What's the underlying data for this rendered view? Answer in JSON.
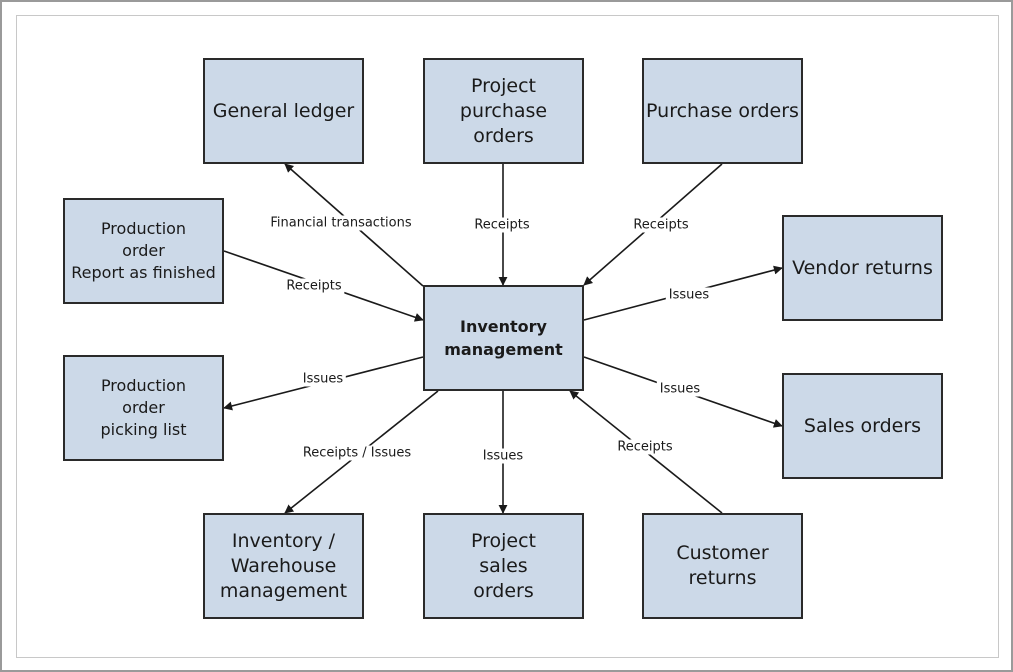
{
  "center": {
    "lines": [
      "Inventory",
      "management"
    ]
  },
  "nodes": [
    {
      "id": "general-ledger",
      "lines": [
        "General ledger"
      ]
    },
    {
      "id": "project-purchase-orders",
      "lines": [
        "Project",
        "purchase",
        "orders"
      ]
    },
    {
      "id": "purchase-orders",
      "lines": [
        "Purchase orders"
      ]
    },
    {
      "id": "production-order-finished",
      "lines": [
        "Production",
        "order",
        "Report as finished"
      ]
    },
    {
      "id": "vendor-returns",
      "lines": [
        "Vendor returns"
      ]
    },
    {
      "id": "production-order-picking",
      "lines": [
        "Production",
        "order",
        "picking list"
      ]
    },
    {
      "id": "sales-orders",
      "lines": [
        "Sales orders"
      ]
    },
    {
      "id": "inventory-warehouse",
      "lines": [
        "Inventory /",
        "Warehouse",
        "management"
      ]
    },
    {
      "id": "project-sales-orders",
      "lines": [
        "Project",
        "sales",
        "orders"
      ]
    },
    {
      "id": "customer-returns",
      "lines": [
        "Customer",
        "returns"
      ]
    }
  ],
  "edges": [
    {
      "node": "general-ledger",
      "label": "Financial transactions",
      "direction": "out"
    },
    {
      "node": "project-purchase-orders",
      "label": "Receipts",
      "direction": "in"
    },
    {
      "node": "purchase-orders",
      "label": "Receipts",
      "direction": "in"
    },
    {
      "node": "production-order-finished",
      "label": "Receipts",
      "direction": "in"
    },
    {
      "node": "vendor-returns",
      "label": "Issues",
      "direction": "out"
    },
    {
      "node": "production-order-picking",
      "label": "Issues",
      "direction": "out"
    },
    {
      "node": "sales-orders",
      "label": "Issues",
      "direction": "out"
    },
    {
      "node": "inventory-warehouse",
      "label": "Receipts / Issues",
      "direction": "out"
    },
    {
      "node": "project-sales-orders",
      "label": "Issues",
      "direction": "out"
    },
    {
      "node": "customer-returns",
      "label": "Receipts",
      "direction": "in"
    }
  ],
  "colors": {
    "node_fill": "#ccd9e8",
    "border": "#2a2a2a",
    "line": "#1a1a1a"
  }
}
